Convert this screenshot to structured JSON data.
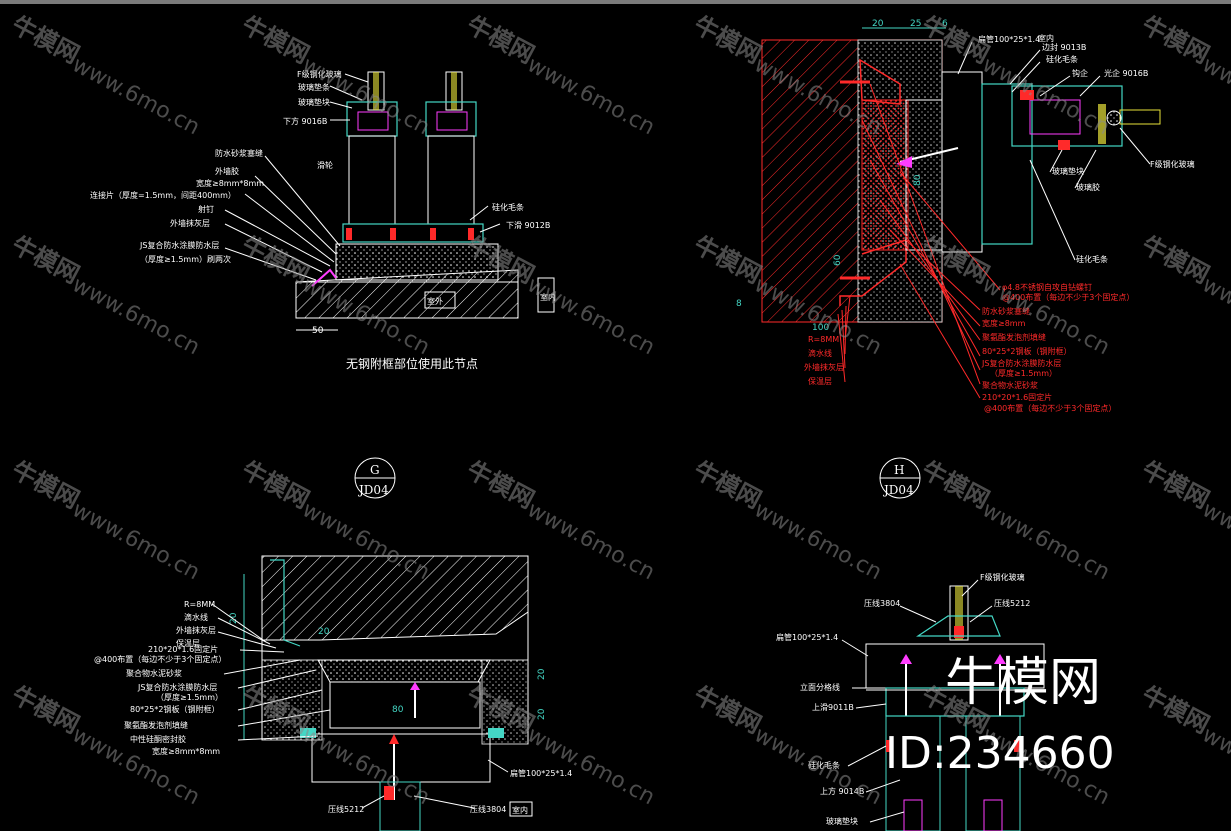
{
  "watermark": {
    "brand": "牛模网",
    "url": "www.6mo.cn",
    "big_brand": "牛模网",
    "id_text": "ID:234660"
  },
  "detail_tl": {
    "caption": "无钢附框部位使用此节点",
    "labels": [
      "F级钢化玻璃",
      "玻璃垫条",
      "玻璃垫块",
      "下方 9016B",
      "防水砂浆塞缝",
      "外墙胶",
      "宽度≥8mm*8mm",
      "连接片（厚度=1.5mm，间距400mm）",
      "射钉",
      "外墙抹灰层",
      "JS复合防水涂膜防水层",
      "（厚度≥1.5mm）刷两次",
      "滑轮",
      "硅化毛条",
      "下滑 9012B",
      "50",
      "室外",
      "室内"
    ]
  },
  "detail_tr": {
    "dims": [
      "20",
      "25",
      "6",
      "80",
      "60",
      "8",
      "100"
    ],
    "labels_white": [
      "扁管100*25*1.4",
      "边封 9013B",
      "硅化毛条",
      "钩企",
      "光企 9016B",
      "F级钢化玻璃",
      "玻璃垫块",
      "玻璃胶",
      "硅化毛条",
      "室内"
    ],
    "labels_red": [
      "φ4.8不锈钢自攻自钻螺钉",
      "@400布置（每边不少于3个固定点）",
      "防水砂浆塞缝",
      "宽度≥8mm",
      "聚氨酯发泡剂填缝",
      "80*25*2钢板（钢附框）",
      "JS复合防水涂膜防水层",
      "（厚度≥1.5mm）",
      "聚合物水泥砂浆",
      "210*20*1.6固定片",
      "@400布置（每边不少于3个固定点）",
      "R=8MM",
      "滴水线",
      "外墙抹灰层",
      "保温层"
    ]
  },
  "detail_bl": {
    "symbol_letter": "G",
    "symbol_ref": "JD04",
    "dims": [
      "20",
      "20",
      "20",
      "80",
      "20"
    ],
    "labels": [
      "R=8MM",
      "滴水线",
      "外墙抹灰层",
      "保温层",
      "210*20*1.6固定片",
      "@400布置（每边不少于3个固定点）",
      "聚合物水泥砂浆",
      "JS复合防水涂膜防水层",
      "（厚度≥1.5mm）",
      "80*25*2钢板（钢附框）",
      "聚氨酯发泡剂填缝",
      "中性硅酮密封胶",
      "宽度≥8mm*8mm",
      "扁管100*25*1.4",
      "压线5212",
      "压线3804",
      "室内"
    ]
  },
  "detail_br": {
    "symbol_letter": "H",
    "symbol_ref": "JD04",
    "labels": [
      "F级钢化玻璃",
      "压线3804",
      "压线5212",
      "扁管100*25*1.4",
      "立面分格线",
      "上滑9011B",
      "硅化毛条",
      "上方 9014B",
      "玻璃垫块"
    ]
  },
  "colors": {
    "background": "#000000",
    "line_cyan": "#44d7c5",
    "line_white": "#ffffff",
    "line_red": "#ff2a2a",
    "line_yellow": "#e8e23a",
    "line_magenta": "#ff3cff",
    "watermark": "#8a8a8a"
  }
}
